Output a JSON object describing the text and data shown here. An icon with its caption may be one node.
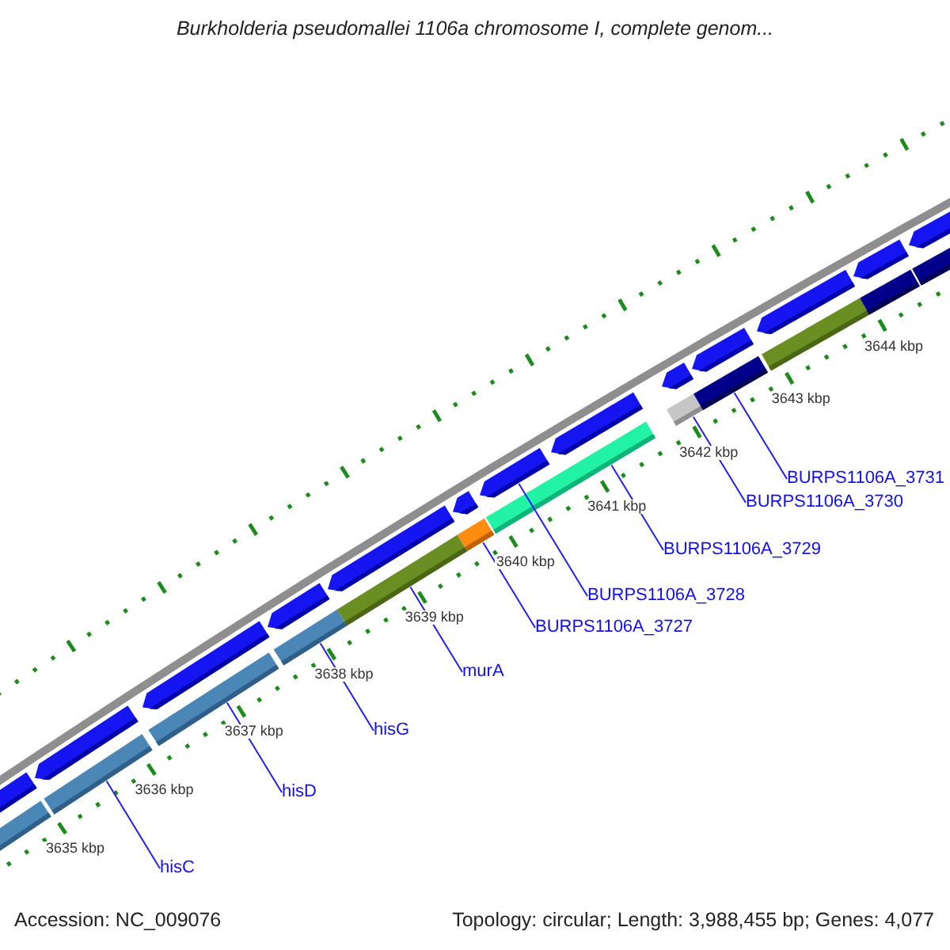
{
  "diagram": {
    "title": "Burkholderia pseudomallei 1106a chromosome I, complete genom...",
    "nodes": [
      {
        "text": [
          "BURPS1106A_3731"
        ]
      },
      {
        "text": [
          "BURPS1106A_3730"
        ]
      },
      {
        "text": [
          "BURPS1106A_3729"
        ]
      },
      {
        "text": [
          "BURPS1106A_3728"
        ]
      },
      {
        "text": [
          "BURPS1106A_3727"
        ]
      },
      {
        "text": [
          "murA"
        ]
      },
      {
        "text": [
          "hisG"
        ]
      },
      {
        "text": [
          "hisD"
        ]
      },
      {
        "text": [
          "hisC"
        ]
      },
      {
        "text": [],
        "shape": "bar"
      },
      {
        "text": [],
        "shape": "bar"
      },
      {
        "text": [],
        "shape": "bar"
      },
      {
        "text": [],
        "shape": "bar"
      },
      {
        "text": [],
        "shape": "bar"
      },
      {
        "text": [],
        "shape": "arrow"
      },
      {
        "text": [],
        "shape": "bar"
      },
      {
        "text": [],
        "shape": "bar"
      },
      {
        "text": [],
        "shape": "bar"
      }
    ],
    "edges": [
      {
        "from": 0,
        "to": 17,
        "arrow": "none"
      },
      {
        "from": 1,
        "to": 16,
        "arrow": "none"
      },
      {
        "from": 2,
        "to": 15,
        "arrow": "none"
      },
      {
        "from": 3,
        "to": 14,
        "arrow": "none"
      },
      {
        "from": 4,
        "to": 13,
        "arrow": "none"
      },
      {
        "from": 5,
        "to": 12,
        "arrow": "none"
      },
      {
        "from": 6,
        "to": 11,
        "arrow": "none"
      },
      {
        "from": 7,
        "to": 10,
        "arrow": "none"
      },
      {
        "from": 8,
        "to": 9,
        "arrow": "none"
      }
    ],
    "labels": [
      "3644 kbp",
      "3643 kbp",
      "3642 kbp",
      "3641 kbp",
      "3640 kbp",
      "3639 kbp",
      "3638 kbp",
      "3637 kbp",
      "3636 kbp",
      "3635 kbp",
      "Accession: NC_009076",
      "Topology: circular; Length: 3,988,455 bp; Genes: 4,077"
    ]
  }
}
